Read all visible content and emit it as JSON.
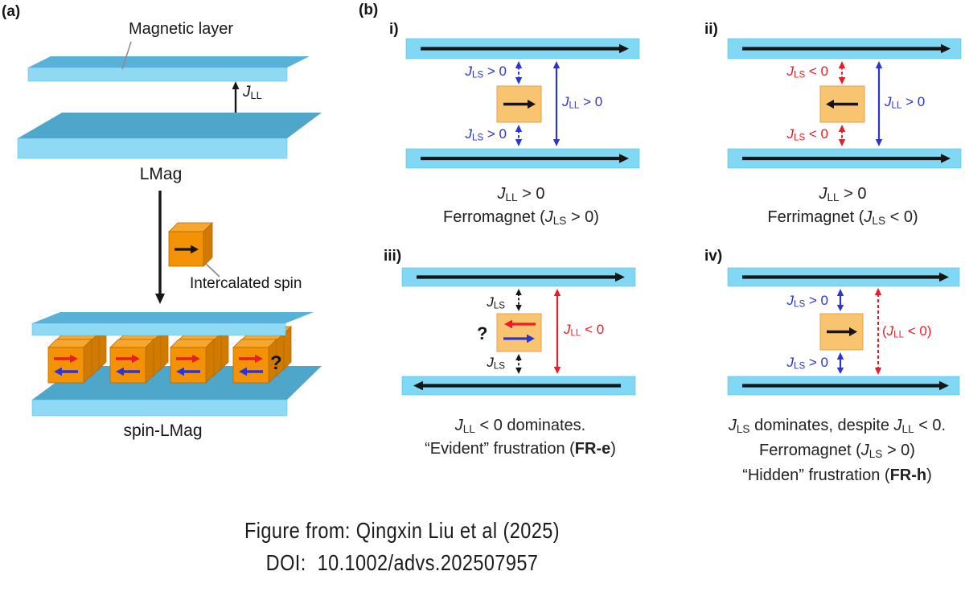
{
  "colors": {
    "ink": "#161616",
    "blue": "#2B35D6",
    "red": "#EC1C24",
    "bar": "#80D8F4",
    "baredge": "#54BEE4",
    "slabface": "#8FD9F4",
    "slabtop": "#58B2D8",
    "slabtop2": "#4FA6CB",
    "square": "#F8C470",
    "squareedge": "#E2A14A",
    "cube": "#F39204",
    "cubetop": "#F7A62E",
    "cubeside": "#D07B00",
    "cubeedge": "#B56A00",
    "gray": "#8A8A8A"
  },
  "panel_a": {
    "label": "(a)",
    "magnetic_layer": "Magnetic layer",
    "jll": [
      {
        "t": "J",
        "i": 1
      },
      {
        "t": "LL",
        "s": 1
      }
    ],
    "lmag": "LMag",
    "intercalated": "Intercalated spin",
    "question": "?",
    "spin_lmag": "spin-LMag"
  },
  "panel_b": {
    "label": "(b)",
    "panels": [
      {
        "tag": "i)",
        "jls_top": [
          {
            "t": "J",
            "i": 1
          },
          {
            "t": "LS",
            "s": 1
          },
          {
            "t": " > 0"
          }
        ],
        "jls_bottom": [
          {
            "t": "J",
            "i": 1
          },
          {
            "t": "LS",
            "s": 1
          },
          {
            "t": " > 0"
          }
        ],
        "jll": [
          {
            "t": "J",
            "i": 1
          },
          {
            "t": "LL",
            "s": 1
          },
          {
            "t": " > 0"
          }
        ],
        "cap1": [
          {
            "t": "J",
            "i": 1
          },
          {
            "t": "LL",
            "s": 1
          },
          {
            "t": " > 0"
          }
        ],
        "cap2": [
          {
            "t": "Ferromagnet ("
          },
          {
            "t": "J",
            "i": 1
          },
          {
            "t": "LS",
            "s": 1
          },
          {
            "t": " > 0)"
          }
        ]
      },
      {
        "tag": "ii)",
        "jls_top": [
          {
            "t": "J",
            "i": 1
          },
          {
            "t": "LS",
            "s": 1
          },
          {
            "t": " < 0"
          }
        ],
        "jls_bottom": [
          {
            "t": "J",
            "i": 1
          },
          {
            "t": "LS",
            "s": 1
          },
          {
            "t": " < 0"
          }
        ],
        "jll": [
          {
            "t": "J",
            "i": 1
          },
          {
            "t": "LL",
            "s": 1
          },
          {
            "t": " > 0"
          }
        ],
        "cap1": [
          {
            "t": "J",
            "i": 1
          },
          {
            "t": "LL",
            "s": 1
          },
          {
            "t": " > 0"
          }
        ],
        "cap2": [
          {
            "t": "Ferrimagnet ("
          },
          {
            "t": "J",
            "i": 1
          },
          {
            "t": "LS",
            "s": 1
          },
          {
            "t": " < 0)"
          }
        ]
      },
      {
        "tag": "iii)",
        "jls_top": [
          {
            "t": "J",
            "i": 1
          },
          {
            "t": "LS",
            "s": 1
          }
        ],
        "jls_bottom": [
          {
            "t": "J",
            "i": 1
          },
          {
            "t": "LS",
            "s": 1
          }
        ],
        "question": "?",
        "jll": [
          {
            "t": "J",
            "i": 1
          },
          {
            "t": "LL",
            "s": 1
          },
          {
            "t": " < 0"
          }
        ],
        "cap1": [
          {
            "t": "J",
            "i": 1
          },
          {
            "t": "LL",
            "s": 1
          },
          {
            "t": " < 0 dominates."
          }
        ],
        "cap2": [
          {
            "t": "“Evident” frustration ("
          },
          {
            "t": "FR-e",
            "b": 1
          },
          {
            "t": ")"
          }
        ]
      },
      {
        "tag": "iv)",
        "jls_top": [
          {
            "t": "J",
            "i": 1
          },
          {
            "t": "LS",
            "s": 1
          },
          {
            "t": " > 0"
          }
        ],
        "jls_bottom": [
          {
            "t": "J",
            "i": 1
          },
          {
            "t": "LS",
            "s": 1
          },
          {
            "t": " > 0"
          }
        ],
        "jll": [
          {
            "t": "("
          },
          {
            "t": "J",
            "i": 1
          },
          {
            "t": "LL",
            "s": 1
          },
          {
            "t": " < 0)"
          }
        ],
        "cap1": [
          {
            "t": "J",
            "i": 1
          },
          {
            "t": "LS",
            "s": 1
          },
          {
            "t": " dominates, despite "
          },
          {
            "t": "J",
            "i": 1
          },
          {
            "t": "LL",
            "s": 1
          },
          {
            "t": " < 0."
          }
        ],
        "cap2": [
          {
            "t": "Ferromagnet ("
          },
          {
            "t": "J",
            "i": 1
          },
          {
            "t": "LS",
            "s": 1
          },
          {
            "t": " > 0)"
          }
        ],
        "cap3": [
          {
            "t": "“Hidden” frustration ("
          },
          {
            "t": "FR-h",
            "b": 1
          },
          {
            "t": ")"
          }
        ]
      }
    ]
  },
  "caption": {
    "line1": "Figure from: Qingxin Liu et al (2025)",
    "line2": "DOI:  10.1002/advs.202507957"
  }
}
